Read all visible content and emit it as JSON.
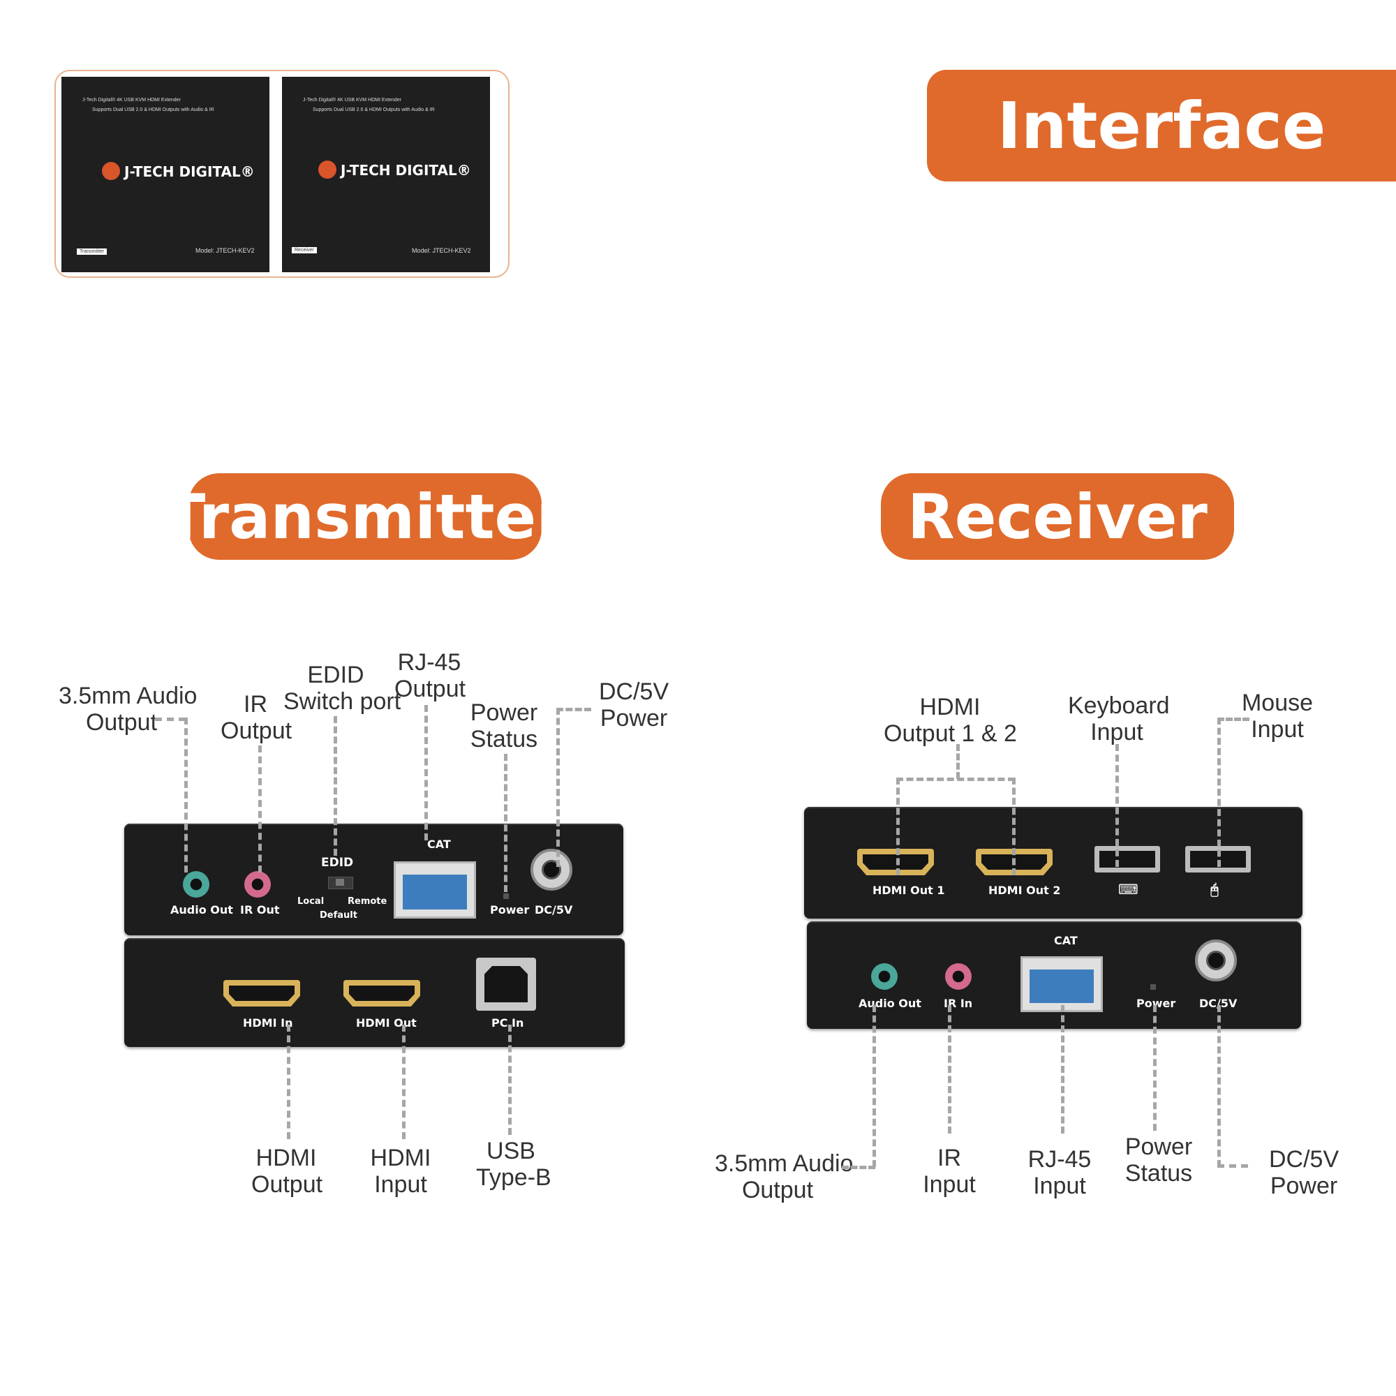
{
  "header": {
    "title": "Interface"
  },
  "devices": {
    "transmitter": {
      "line1": "J-Tech Digital® 4K USB KVM HDMI Extender",
      "line2": "Supports Dual USB 2.0 & HDMI Outputs with Audio & IR",
      "brand": "J-TECH DIGITAL®",
      "tag": "Transmitter",
      "model": "Model: JTECH-KEV2"
    },
    "receiver": {
      "line1": "J-Tech Digital® 4K USB KVM HDMI Extender",
      "line2": "Supports Dual USB 2.0 & HDMI Outputs with Audio & IR",
      "brand": "J-TECH DIGITAL®",
      "tag": "Receiver",
      "model": "Model: JTECH-KEV2"
    }
  },
  "transmitter": {
    "title": "Transmitter",
    "callouts": {
      "audio": [
        "3.5mm Audio",
        "Output"
      ],
      "ir": [
        "IR",
        "Output"
      ],
      "edid": [
        "EDID",
        "Switch port"
      ],
      "rj45": [
        "RJ-45",
        "Output"
      ],
      "power": [
        "Power",
        "Status"
      ],
      "dc": [
        "DC/5V",
        "Power"
      ],
      "hdmi_out": [
        "HDMI",
        "Output"
      ],
      "hdmi_in": [
        "HDMI",
        "Input"
      ],
      "usb": [
        "USB",
        "Type-B"
      ]
    },
    "panel_labels": {
      "audio_out": "Audio Out",
      "ir_out": "IR Out",
      "edid": "EDID",
      "local": "Local",
      "remote": "Remote",
      "default": "Default",
      "cat": "CAT",
      "power": "Power",
      "dc": "DC/5V",
      "hdmi_in": "HDMI In",
      "hdmi_out": "HDMI Out",
      "pc_in": "PC In"
    }
  },
  "receiver": {
    "title": "Receiver",
    "callouts": {
      "hdmi": [
        "HDMI",
        "Output 1 & 2"
      ],
      "keyboard": [
        "Keyboard",
        "Input"
      ],
      "mouse": [
        "Mouse",
        "Input"
      ],
      "audio": [
        "3.5mm Audio",
        "Output"
      ],
      "ir": [
        "IR",
        "Input"
      ],
      "rj45": [
        "RJ-45",
        "Input"
      ],
      "power": [
        "Power",
        "Status"
      ],
      "dc": [
        "DC/5V",
        "Power"
      ]
    },
    "panel_labels": {
      "hdmi_out1": "HDMI Out 1",
      "hdmi_out2": "HDMI Out 2",
      "keyboard_icon": "⌨",
      "mouse_icon": "🖰",
      "cat": "CAT",
      "audio_out": "Audio Out",
      "ir_in": "IR In",
      "power": "Power",
      "dc": "DC/5V"
    }
  },
  "colors": {
    "accent": "#e06a2b",
    "panel": "#1d1d1d",
    "leader": "#a6a6a6",
    "audio_jack": "#4aa79a",
    "ir_jack": "#d46a8f",
    "rj45_port": "#3d7dbd"
  }
}
